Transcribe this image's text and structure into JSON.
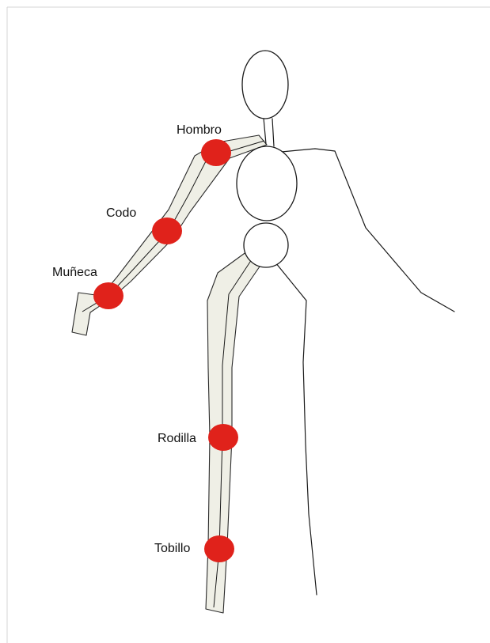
{
  "colors": {
    "joint": "#e0221b",
    "limb_fill": "#efefe6",
    "outline": "#1a1a1a",
    "background": "#ffffff"
  },
  "joints": [
    {
      "id": "hombro",
      "label": "Hombro"
    },
    {
      "id": "codo",
      "label": "Codo"
    },
    {
      "id": "muneca",
      "label": "Muñeca"
    },
    {
      "id": "rodilla",
      "label": "Rodilla"
    },
    {
      "id": "tobillo",
      "label": "Tobillo"
    }
  ]
}
